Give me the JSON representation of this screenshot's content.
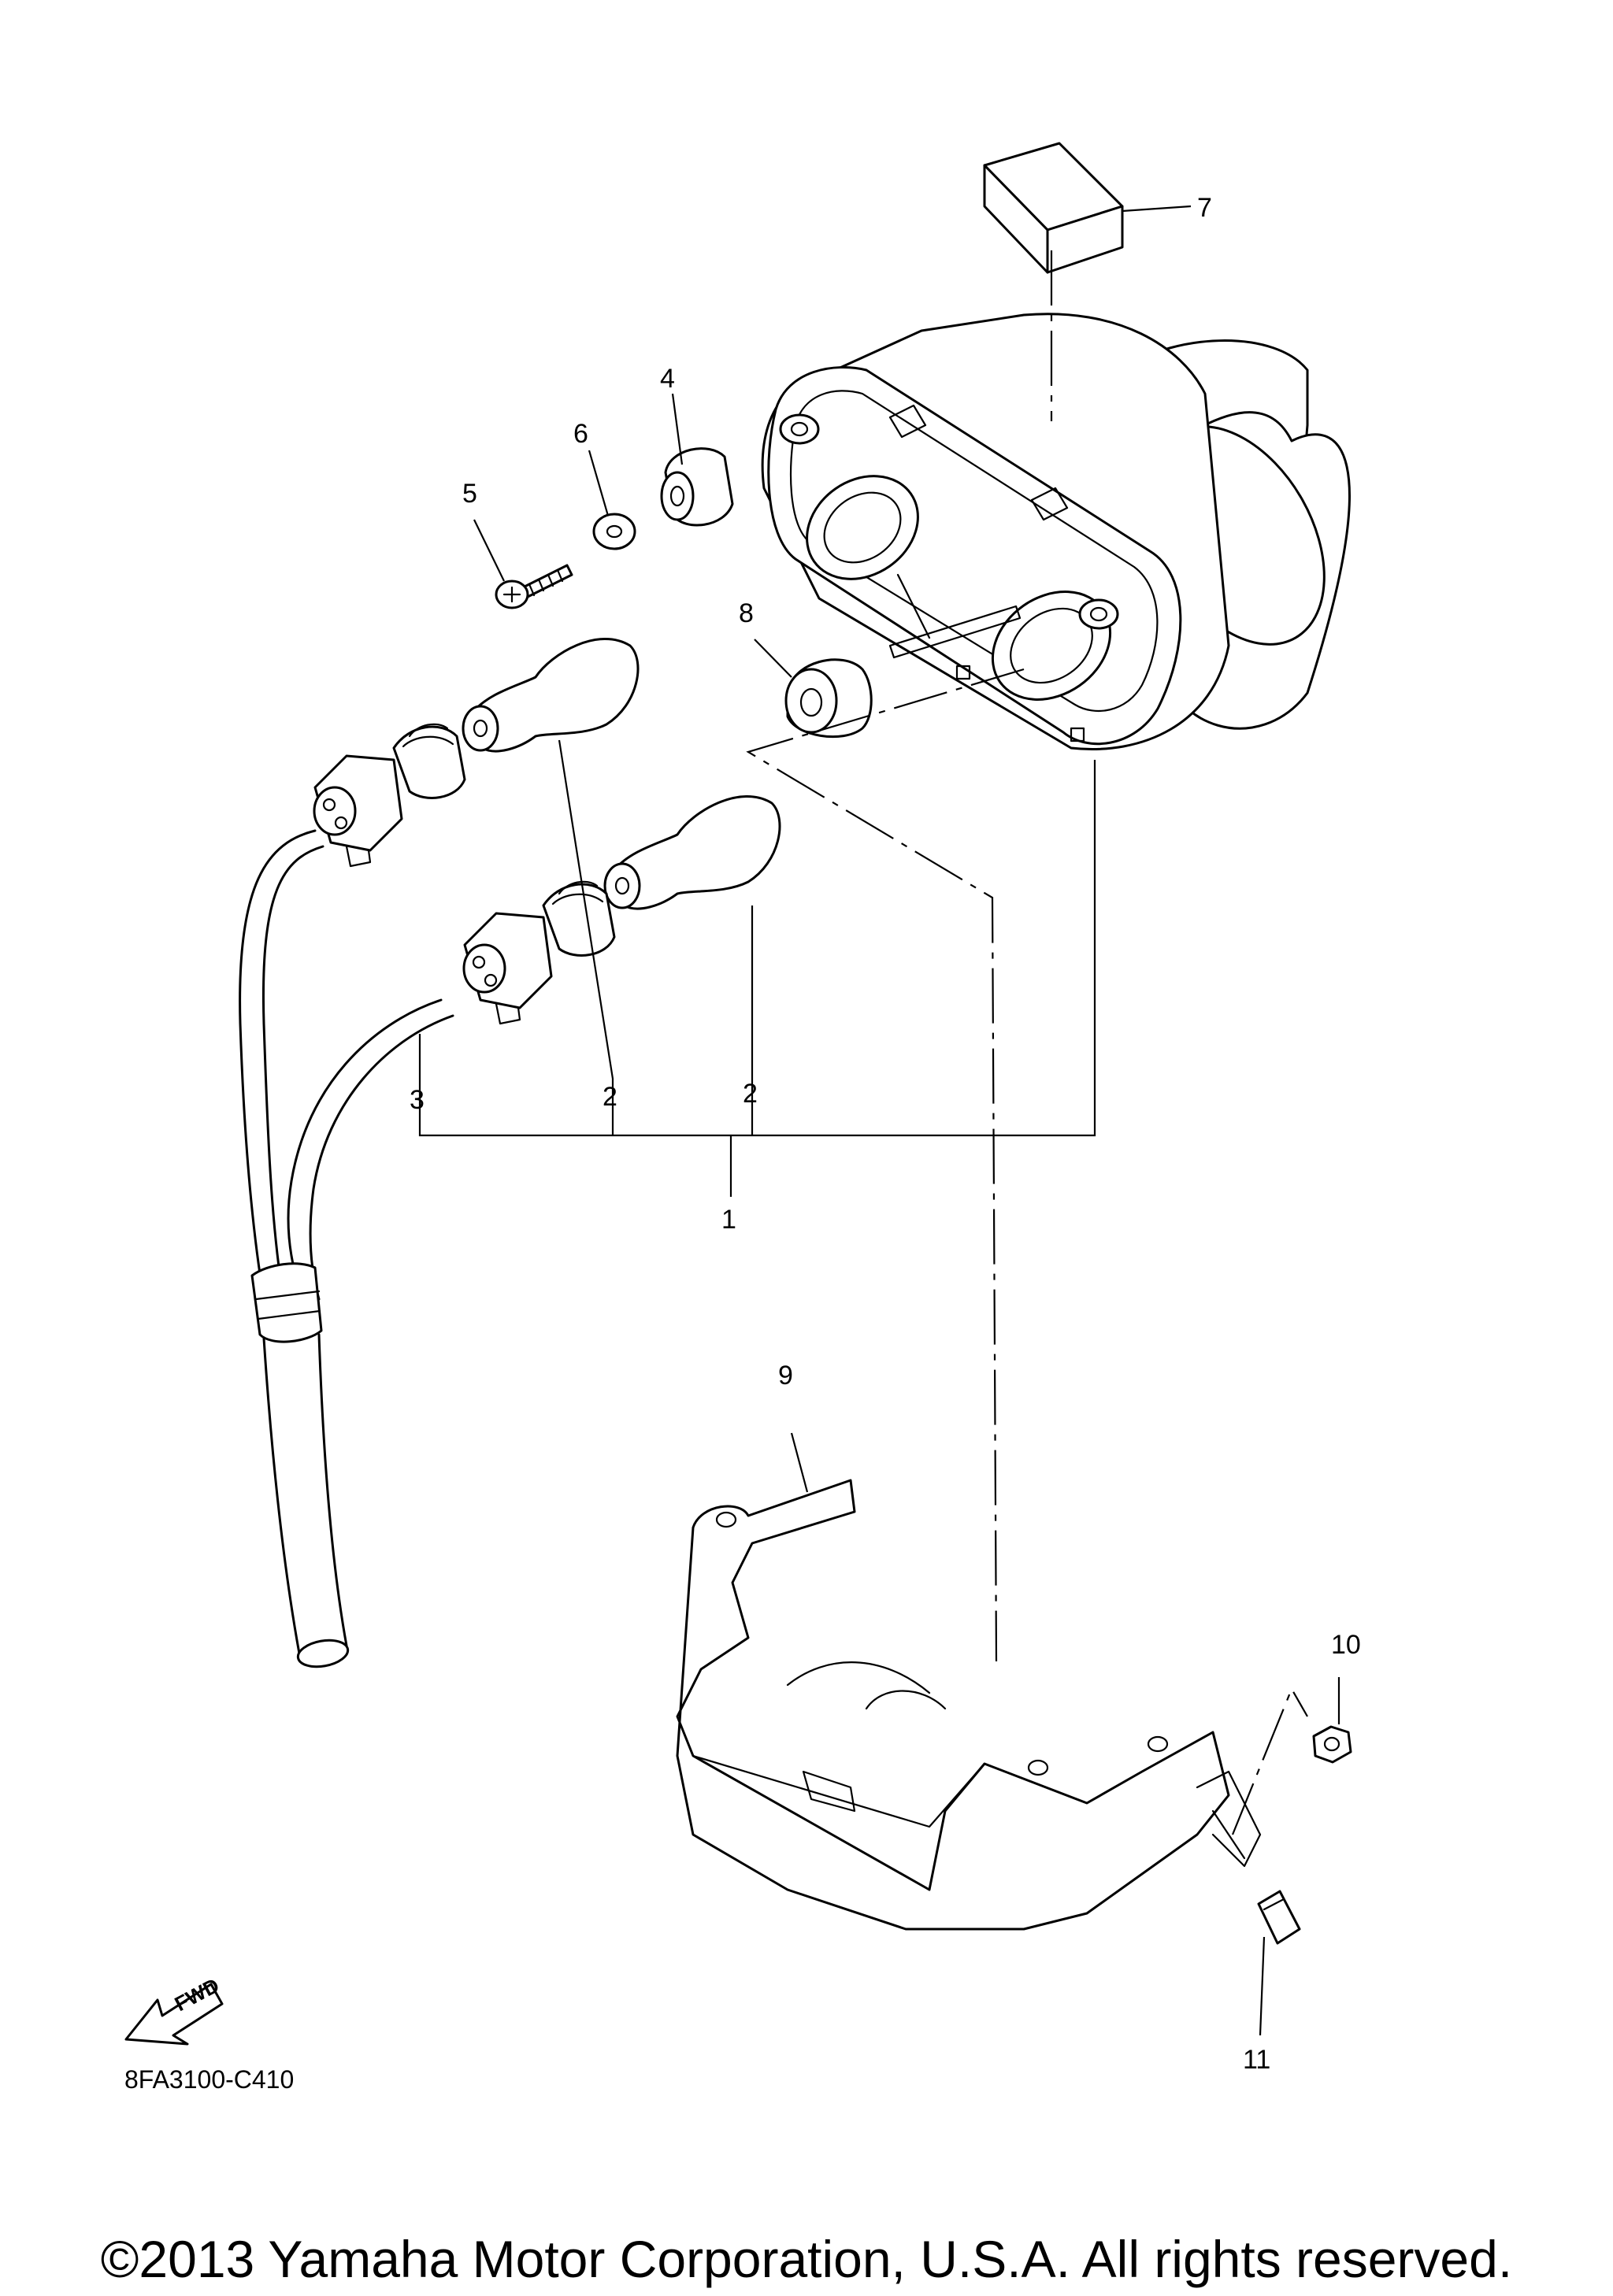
{
  "callouts": {
    "c1": "1",
    "c2a": "2",
    "c2b": "2",
    "c3": "3",
    "c4": "4",
    "c5": "5",
    "c6": "6",
    "c7": "7",
    "c8": "8",
    "c9": "9",
    "c10": "10",
    "c11": "11"
  },
  "fwd_label": "FWD",
  "diagram_code": "8FA3100-C410",
  "copyright": "©2013 Yamaha Motor Corporation, U.S.A. All rights reserved."
}
